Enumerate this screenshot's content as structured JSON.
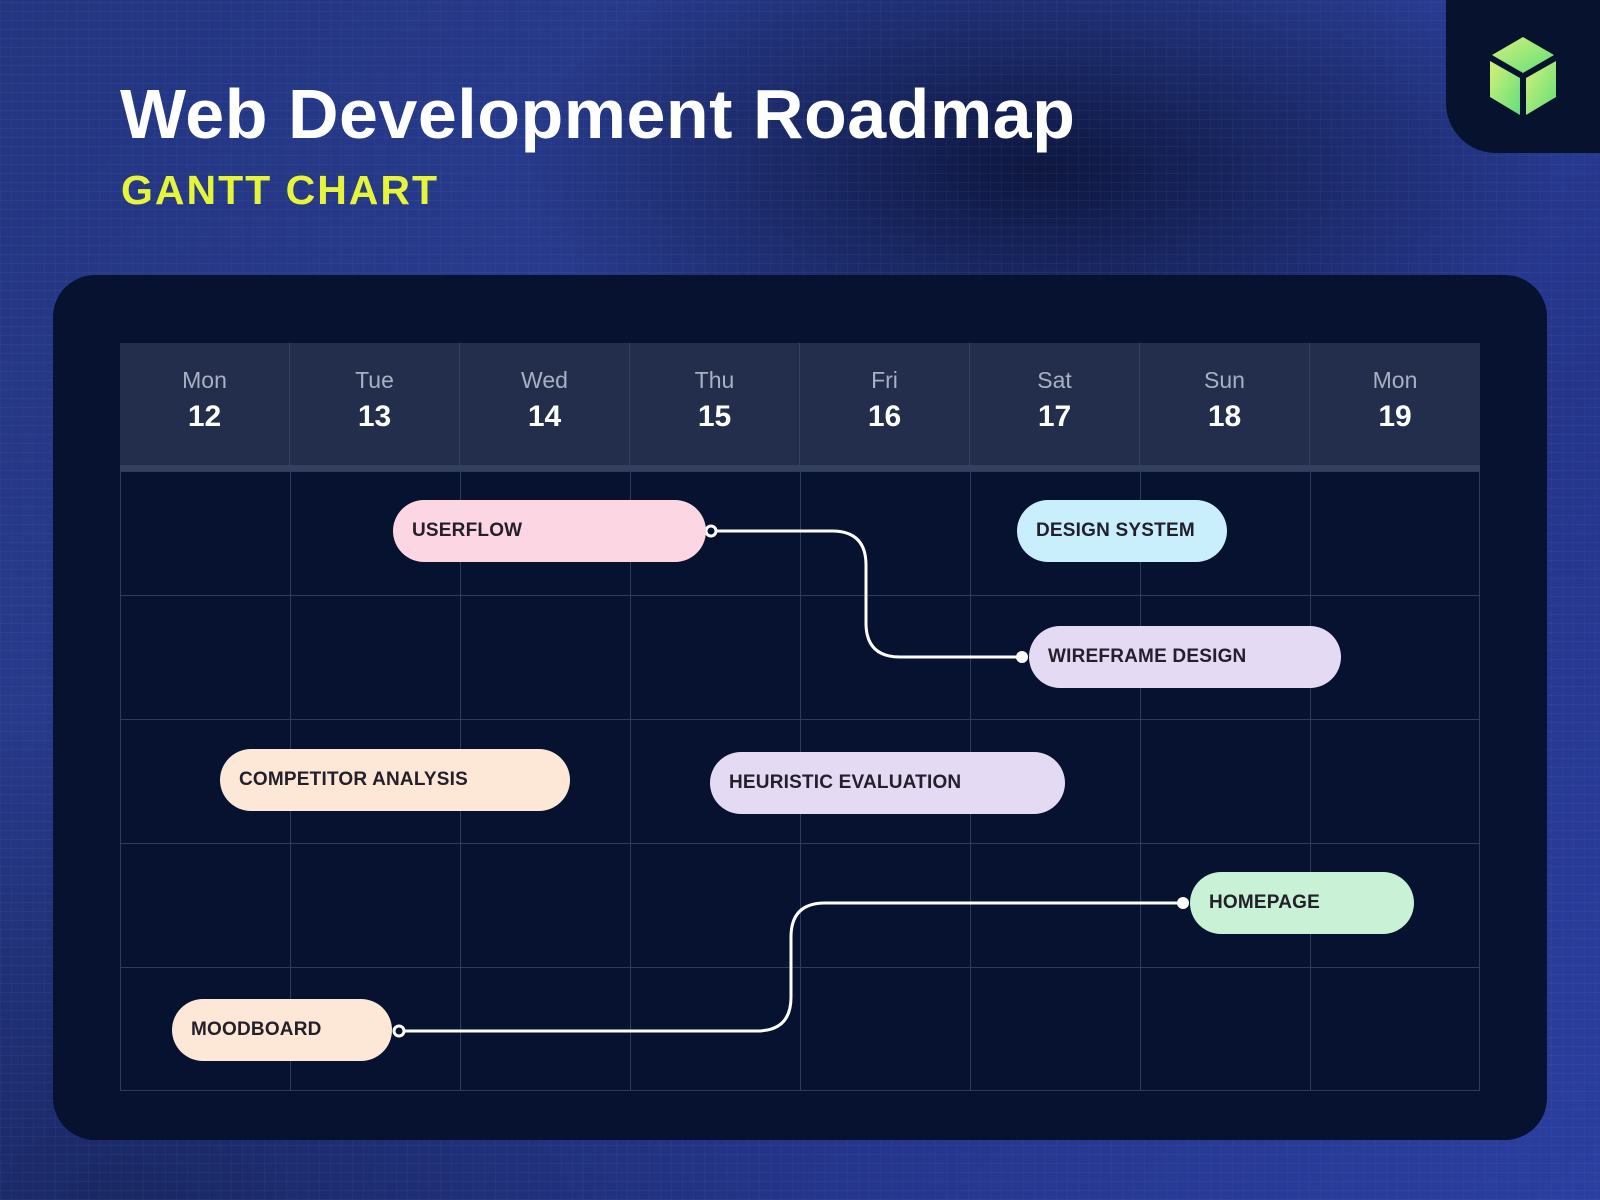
{
  "header": {
    "title": "Web Development Roadmap",
    "subtitle": "GANTT CHART",
    "logo_icon": "green-cube-icon"
  },
  "colors": {
    "background": "#2a3d93",
    "panel": "#06122f",
    "header_row": "#222e4b",
    "gridline": "#2f3b5a",
    "title": "#ffffff",
    "subtitle": "#e6f53a",
    "connector": "#ffffff"
  },
  "days": [
    {
      "name": "Mon",
      "num": "12"
    },
    {
      "name": "Tue",
      "num": "13"
    },
    {
      "name": "Wed",
      "num": "14"
    },
    {
      "name": "Thu",
      "num": "15"
    },
    {
      "name": "Fri",
      "num": "16"
    },
    {
      "name": "Sat",
      "num": "17"
    },
    {
      "name": "Sun",
      "num": "18"
    },
    {
      "name": "Mon",
      "num": "19"
    }
  ],
  "tasks": [
    {
      "label": "USERFLOW",
      "color": "#fdd6e3"
    },
    {
      "label": "DESIGN SYSTEM",
      "color": "#c9eefc"
    },
    {
      "label": "WIREFRAME DESIGN",
      "color": "#e5daf4"
    },
    {
      "label": "COMPETITOR ANALYSIS",
      "color": "#fde8d8"
    },
    {
      "label": "HEURISTIC EVALUATION",
      "color": "#e5daf4"
    },
    {
      "label": "HOMEPAGE",
      "color": "#c8f1d6"
    },
    {
      "label": "MOODBOARD",
      "color": "#fde8d8"
    }
  ],
  "chart_data": {
    "type": "gantt",
    "title": "Web Development Roadmap",
    "subtitle": "GANTT CHART",
    "categories": [
      "Mon 12",
      "Tue 13",
      "Wed 14",
      "Thu 15",
      "Fri 16",
      "Sat 17",
      "Sun 18",
      "Mon 19"
    ],
    "rows": 5,
    "tasks": [
      {
        "name": "USERFLOW",
        "row": 1,
        "start": 2.6,
        "end": 4.4,
        "start_day": "Tue 13",
        "end_day": "Thu 15",
        "color": "#fdd6e3"
      },
      {
        "name": "DESIGN SYSTEM",
        "row": 1,
        "start": 6.2,
        "end": 7.5,
        "start_day": "Sat 17",
        "end_day": "Sun 18",
        "color": "#c9eefc"
      },
      {
        "name": "WIREFRAME DESIGN",
        "row": 2,
        "start": 6.3,
        "end": 8.1,
        "start_day": "Sat 17",
        "end_day": "Mon 19",
        "color": "#e5daf4"
      },
      {
        "name": "COMPETITOR ANALYSIS",
        "row": 3,
        "start": 1.6,
        "end": 3.6,
        "start_day": "Mon 12",
        "end_day": "Wed 14",
        "color": "#fde8d8"
      },
      {
        "name": "HEURISTIC EVALUATION",
        "row": 3,
        "start": 4.5,
        "end": 6.6,
        "start_day": "Thu 15",
        "end_day": "Sat 17",
        "color": "#e5daf4"
      },
      {
        "name": "HOMEPAGE",
        "row": 4,
        "start": 7.3,
        "end": 8.6,
        "start_day": "Sun 18",
        "end_day": "Mon 19",
        "color": "#c8f1d6"
      },
      {
        "name": "MOODBOARD",
        "row": 5,
        "start": 1.3,
        "end": 2.6,
        "start_day": "Mon 12",
        "end_day": "Tue 13",
        "color": "#fde8d8"
      }
    ],
    "dependencies": [
      {
        "from": "USERFLOW",
        "to": "WIREFRAME DESIGN"
      },
      {
        "from": "MOODBOARD",
        "to": "HOMEPAGE"
      }
    ],
    "xlabel": "",
    "ylabel": "",
    "grid": true
  }
}
